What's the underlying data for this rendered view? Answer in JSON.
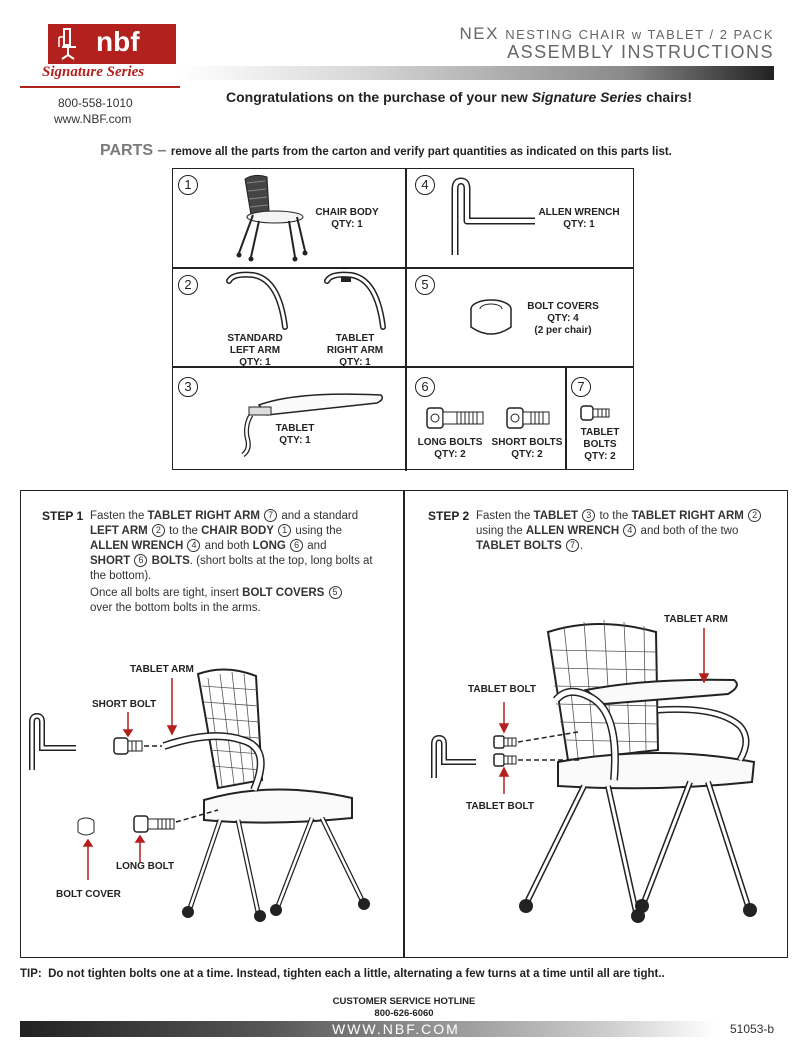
{
  "header": {
    "brand": "nbf",
    "signature": "Signature Series",
    "phone": "800-558-1010",
    "website": "www.NBF.com",
    "title_main": "NEX",
    "title_rest": "NESTING CHAIR w TABLET / 2 PACK",
    "subtitle": "ASSEMBLY INSTRUCTIONS"
  },
  "congrats": {
    "before": "Congratulations on the purchase of your new ",
    "series": "Signature Series",
    "after": " chairs!"
  },
  "parts_heading": {
    "label": "PARTS",
    "dash": "–",
    "text": "remove all the parts from the carton and verify part quantities as indicated on this parts list."
  },
  "parts": {
    "p1": {
      "num": "1",
      "name": "CHAIR BODY",
      "qty": "QTY: 1"
    },
    "p2a": {
      "num": "2",
      "name1": "STANDARD",
      "name2": "LEFT ARM",
      "qty": "QTY: 1"
    },
    "p2b": {
      "name1": "TABLET",
      "name2": "RIGHT ARM",
      "qty": "QTY: 1"
    },
    "p3": {
      "num": "3",
      "name": "TABLET",
      "qty": "QTY: 1"
    },
    "p4": {
      "num": "4",
      "name": "ALLEN WRENCH",
      "qty": "QTY: 1"
    },
    "p5": {
      "num": "5",
      "name": "BOLT COVERS",
      "qty": "QTY: 4",
      "note": "(2 per chair)"
    },
    "p6a": {
      "num": "6",
      "name": "LONG BOLTS",
      "qty": "QTY: 2"
    },
    "p6b": {
      "name": "SHORT BOLTS",
      "qty": "QTY: 2"
    },
    "p7": {
      "num": "7",
      "name1": "TABLET",
      "name2": "BOLTS",
      "qty": "QTY: 2"
    }
  },
  "step1": {
    "label": "STEP 1",
    "t1": "Fasten the ",
    "b1": "TABLET RIGHT ARM",
    "c1": "7",
    "t2": " and a standard",
    "b2": "LEFT ARM",
    "c2": "2",
    "t3": " to the ",
    "b3": "CHAIR BODY",
    "c3": "1",
    "t4": " using the",
    "b4": "ALLEN WRENCH",
    "c4": "4",
    "t5": " and both ",
    "b5": "LONG",
    "c5": "6",
    "t6": " and",
    "b6": "SHORT",
    "c6": "6",
    "b7": "BOLTS",
    "t7": ". (short bolts at the top, long bolts at",
    "t8": "the bottom).",
    "t9": "Once all bolts are tight, insert ",
    "b8": "BOLT COVERS",
    "c7": "5",
    "t10": "over the bottom bolts in the arms.",
    "callouts": {
      "tablet_arm": "TABLET ARM",
      "short_bolt": "SHORT BOLT",
      "long_bolt": "LONG BOLT",
      "bolt_cover": "BOLT COVER"
    }
  },
  "step2": {
    "label": "STEP 2",
    "t1": "Fasten the ",
    "b1": "TABLET",
    "c1": "3",
    "t2": " to the ",
    "b2": "TABLET RIGHT ARM",
    "c2": "2",
    "t3": "using the ",
    "b3": "ALLEN WRENCH",
    "c3": "4",
    "t4": " and both of the two",
    "b4": "TABLET BOLTS",
    "c4": "7",
    "t5": ".",
    "callouts": {
      "tablet_arm": "TABLET ARM",
      "tablet_bolt_top": "TABLET BOLT",
      "tablet_bolt_bottom": "TABLET BOLT"
    }
  },
  "tip": {
    "label": "TIP:",
    "text": "Do not tighten bolts one at a time. Instead, tighten each a little, alternating a few turns at a time until all are tight.."
  },
  "footer": {
    "hotline_label": "CUSTOMER SERVICE HOTLINE",
    "hotline_number": "800-626-6060",
    "website": "WWW.NBF.COM",
    "code": "51053-b"
  },
  "colors": {
    "brand_red": "#b3211e",
    "rule_dark": "#222222"
  }
}
